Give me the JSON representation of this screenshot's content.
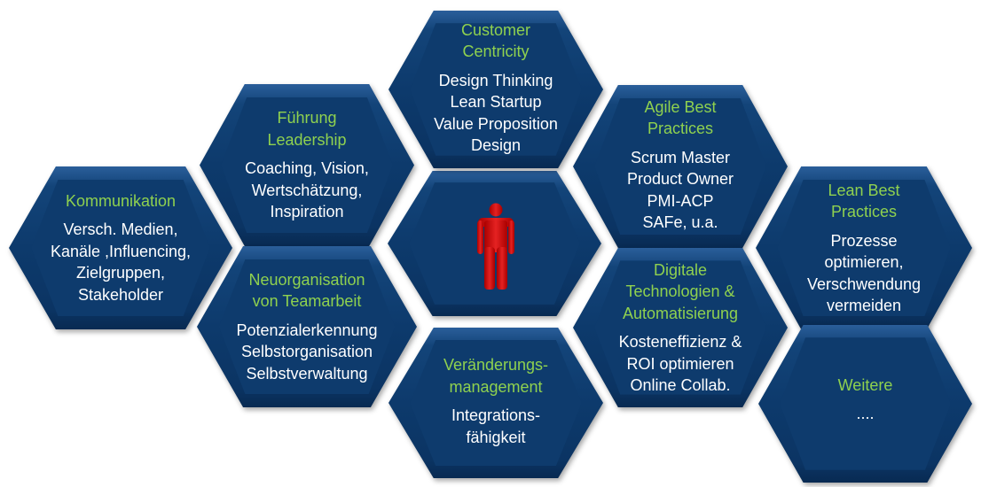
{
  "colors": {
    "hex_fill": "#0e3b6d",
    "title": "#8fd14f",
    "body": "#ffffff",
    "person": "#d81a1a"
  },
  "center": {
    "icon": "person-icon"
  },
  "hexagons": [
    {
      "id": "kommunikation",
      "title": [
        "Kommunikation"
      ],
      "body": [
        "Versch. Medien,",
        "Kanäle ,Influencing,",
        "Zielgruppen,",
        "Stakeholder"
      ]
    },
    {
      "id": "fuehrung",
      "title": [
        "Führung",
        "Leadership"
      ],
      "body": [
        "Coaching, Vision,",
        "Wertschätzung,",
        "Inspiration"
      ]
    },
    {
      "id": "customer",
      "title": [
        "Customer",
        "Centricity"
      ],
      "body": [
        "Design Thinking",
        "Lean Startup",
        "Value Proposition",
        "Design"
      ]
    },
    {
      "id": "agile",
      "title": [
        "Agile Best",
        "Practices"
      ],
      "body": [
        "Scrum Master",
        "Product Owner",
        "PMI-ACP",
        "SAFe, u.a."
      ]
    },
    {
      "id": "neuorg",
      "title": [
        "Neuorganisation",
        "von Teamarbeit"
      ],
      "body": [
        "Potenzialerkennung",
        "Selbstorganisation",
        "Selbstverwaltung"
      ]
    },
    {
      "id": "veraenderung",
      "title": [
        "Veränderungs-",
        "management"
      ],
      "body": [
        "Integrations-",
        "fähigkeit"
      ]
    },
    {
      "id": "digitale",
      "title": [
        "Digitale",
        "Technologien &",
        "Automatisierung"
      ],
      "body": [
        "Kosteneffizienz &",
        "ROI optimieren",
        "Online Collab."
      ]
    },
    {
      "id": "lean",
      "title": [
        "Lean Best",
        "Practices"
      ],
      "body": [
        "Prozesse",
        "optimieren,",
        "Verschwendung",
        "vermeiden"
      ]
    },
    {
      "id": "weitere",
      "title": [
        "Weitere"
      ],
      "body": [
        "...."
      ]
    }
  ]
}
